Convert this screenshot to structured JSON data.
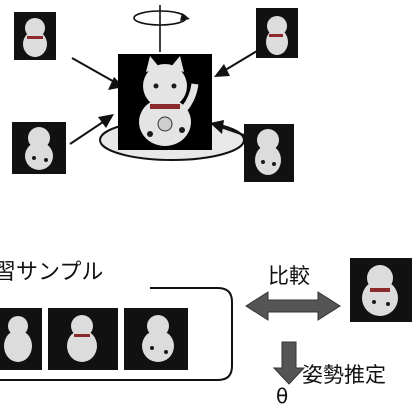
{
  "labels": {
    "training_samples": "習サンプル",
    "compare": "比較",
    "pose_estimation": "姿勢推定",
    "theta": "θ"
  },
  "colors": {
    "photo_background": "#000000",
    "figurine_body": "#e4e4e4",
    "figurine_shadow": "#9a9a9a",
    "figurine_spots": "#1a1a1a",
    "arrow": "#444444",
    "line": "#111111",
    "turntable": "#e8e8e8"
  },
  "icons": {
    "rotation": "rotation-arrow-icon",
    "compare": "double-arrow-icon",
    "down": "down-arrow-icon"
  }
}
